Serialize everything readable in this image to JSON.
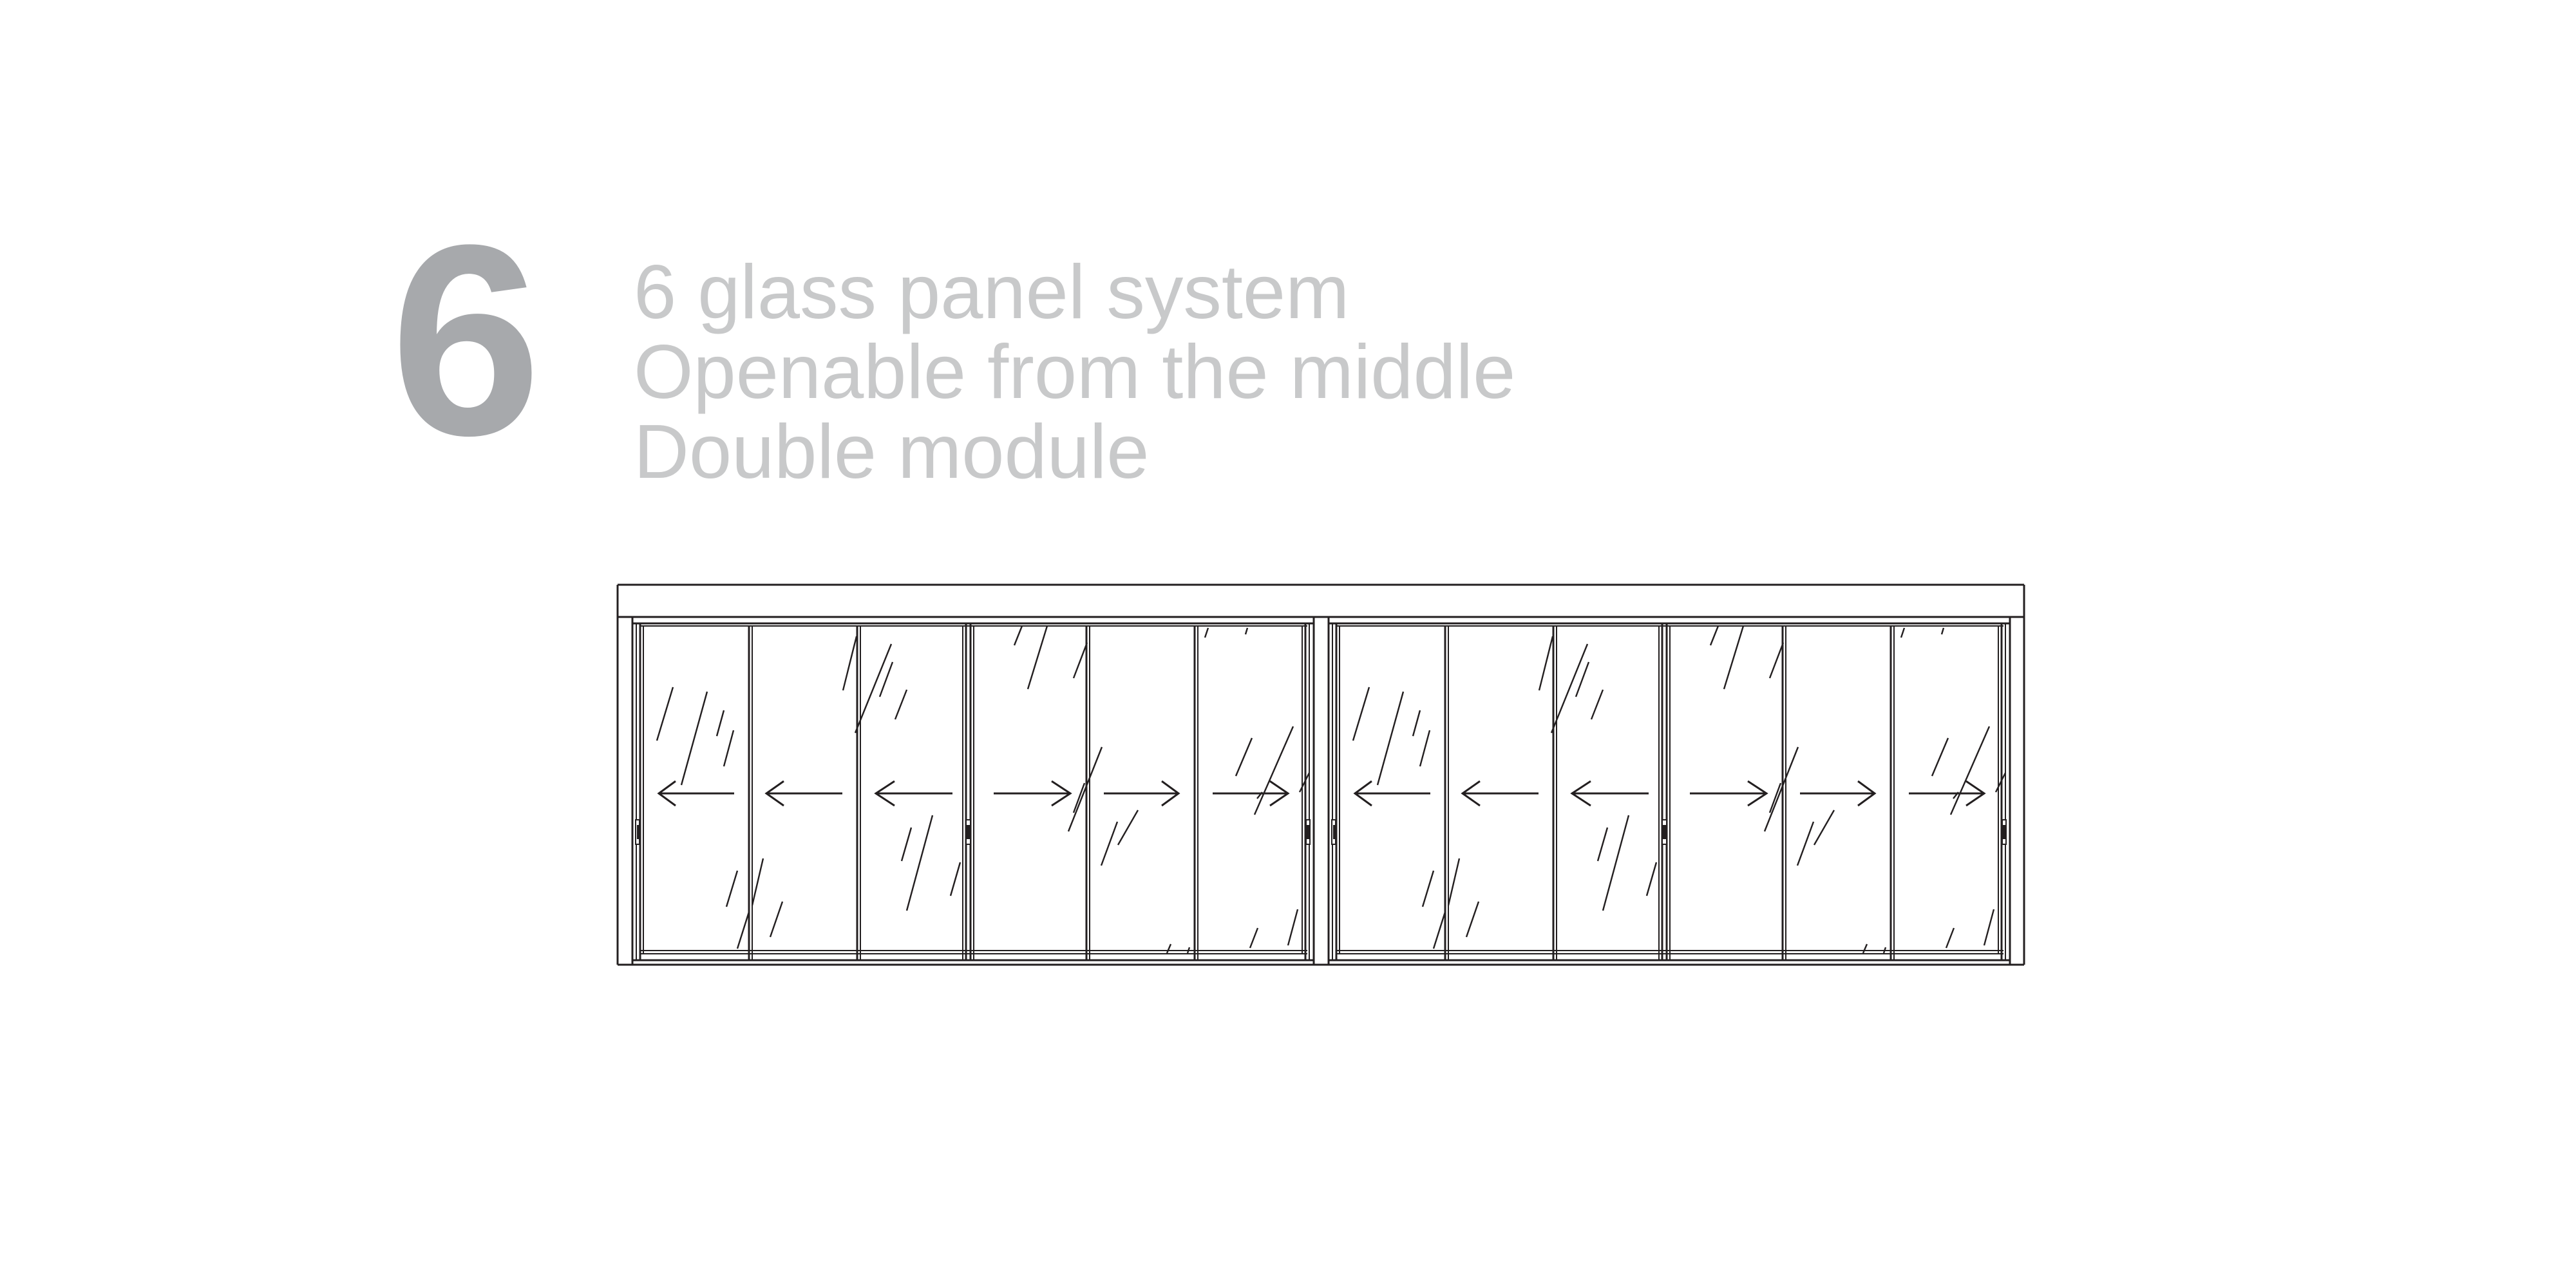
{
  "header": {
    "number": "6",
    "lines": [
      "6 glass panel system",
      "Openable from the middle",
      "Double module"
    ]
  },
  "colors": {
    "number": "#a7a9ac",
    "text": "#c8c9ca",
    "line": "#231f20",
    "background": "#ffffff"
  },
  "drawing": {
    "modules": 2,
    "panels_per_module": 6,
    "module_1_arrows": [
      "left",
      "left",
      "left",
      "right",
      "right",
      "right"
    ],
    "module_2_arrows": [
      "left",
      "left",
      "left",
      "right",
      "right",
      "right"
    ]
  }
}
